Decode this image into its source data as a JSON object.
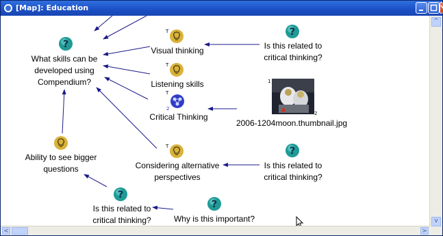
{
  "window": {
    "title": "[Map]: Education",
    "icon": "compendium-map-icon",
    "buttons": [
      "minimize-icon",
      "maximize-icon",
      "close-icon"
    ],
    "colors": {
      "titlebar": "#1b4fc4",
      "close": "#c3401f"
    }
  },
  "nodes": {
    "main_question": "What skills can be developed using Compendium?",
    "idea_visual": "Visual thinking",
    "idea_listening": "Listening skills",
    "map_critical": "Critical Thinking",
    "idea_alternative": "Considering alternative perspectives",
    "idea_bigger": "Ability to see bigger questions",
    "question_related_1": "Is this related to critical thinking?",
    "question_related_2": "Is this related to critical thinking?",
    "question_related_3": "Is this related to critical thinking?",
    "question_important": "Why is this important?",
    "image_node": "2006-1204moon.thumbnail.jpg"
  },
  "badges": {
    "t": "T",
    "map_count": "2",
    "image_tl": "1",
    "image_br": "2"
  },
  "icons": {
    "question": "question-icon",
    "idea": "lightbulb-icon",
    "map": "map-icon",
    "image": "image-icon",
    "colors": {
      "question": "#1f9a96",
      "idea": "#d9b23a",
      "map": "#2f3dc8",
      "arrow": "#1a1a8a"
    }
  },
  "scrollbars": {
    "up": "^",
    "down": "v",
    "left": "<",
    "right": ">"
  }
}
